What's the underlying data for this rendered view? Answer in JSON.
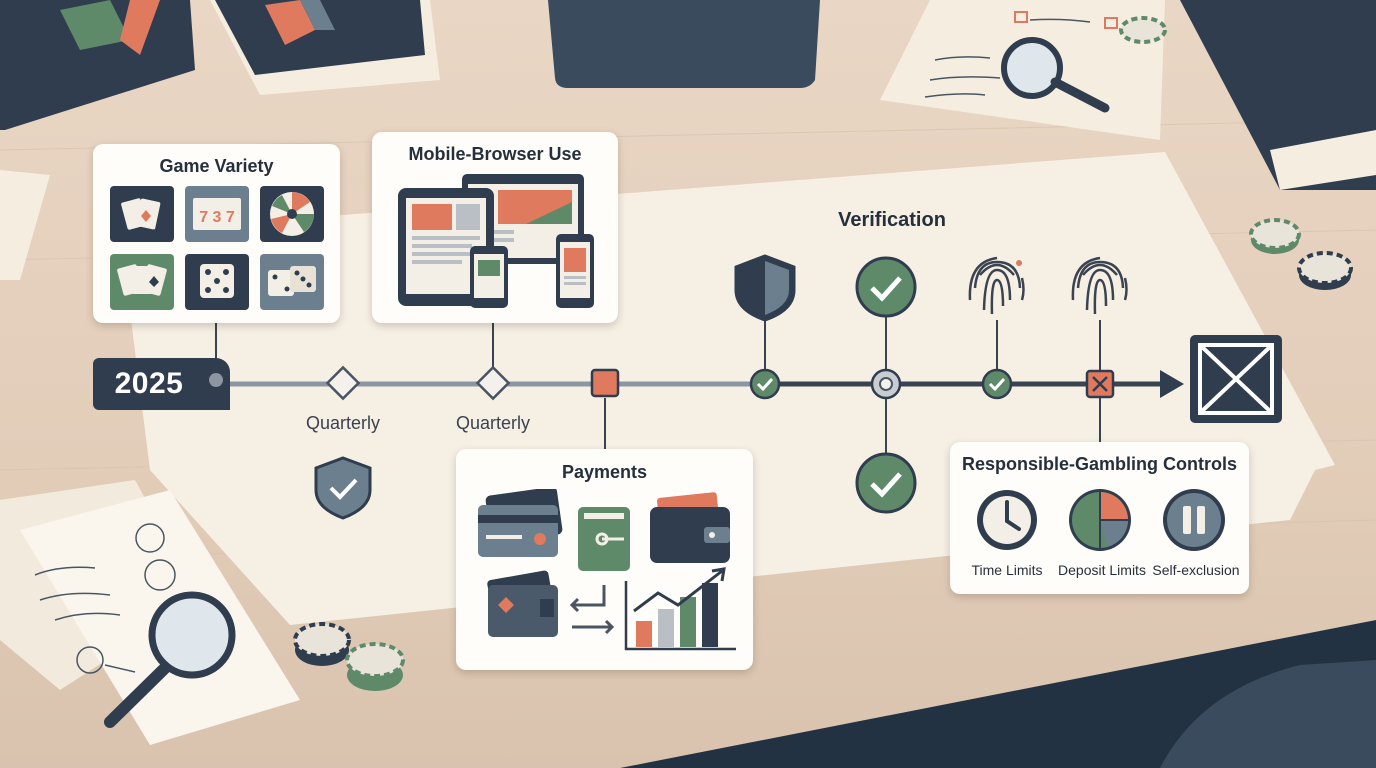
{
  "timeline": {
    "start_year": "2025",
    "milestones": [
      {
        "id": "quarterly-1",
        "label": "Quarterly",
        "marker": "diamond"
      },
      {
        "id": "quarterly-2",
        "label": "Quarterly",
        "marker": "diamond"
      },
      {
        "id": "payments",
        "marker": "square-orange"
      },
      {
        "id": "verification-1",
        "marker": "check-green"
      },
      {
        "id": "verification-2",
        "marker": "circle-gray"
      },
      {
        "id": "verification-3",
        "marker": "check-green"
      },
      {
        "id": "responsible-gambling",
        "marker": "x-orange"
      }
    ],
    "end_marker": "x-box-icon"
  },
  "cards": {
    "game_variety": {
      "title": "Game Variety",
      "icons": [
        "playing-cards-icon",
        "slot-machine-icon",
        "roulette-wheel-icon",
        "card-hand-icon",
        "single-die-icon",
        "dice-pair-icon"
      ]
    },
    "mobile_browser": {
      "title": "Mobile-Browser Use",
      "icons": [
        "tablet-icon",
        "desktop-browser-icon",
        "phone-icon",
        "phone-icon"
      ]
    },
    "verification": {
      "title": "Verification",
      "icons": [
        "shield-icon",
        "checkmark-circle-icon",
        "fingerprint-icon",
        "fingerprint-icon"
      ]
    },
    "payments": {
      "title": "Payments",
      "icons": [
        "credit-card-icon",
        "e-wallet-card-icon",
        "wallet-icon",
        "card-icon",
        "transfer-arrows-icon",
        "growth-chart-icon"
      ]
    },
    "responsible_gambling": {
      "title": "Responsible-Gambling Controls",
      "items": [
        {
          "label": "Time Limits",
          "icon": "clock-icon"
        },
        {
          "label": "Deposit Limits",
          "icon": "pie-chart-icon"
        },
        {
          "label": "Self-exclusion",
          "icon": "pause-icon"
        }
      ]
    }
  },
  "colors": {
    "navy": "#2f3d4e",
    "orange": "#e07a5f",
    "green": "#5f8a6a",
    "teal_gray": "#6b7f8e",
    "paper": "#f6efe4",
    "desk": "#e6d2bf"
  }
}
